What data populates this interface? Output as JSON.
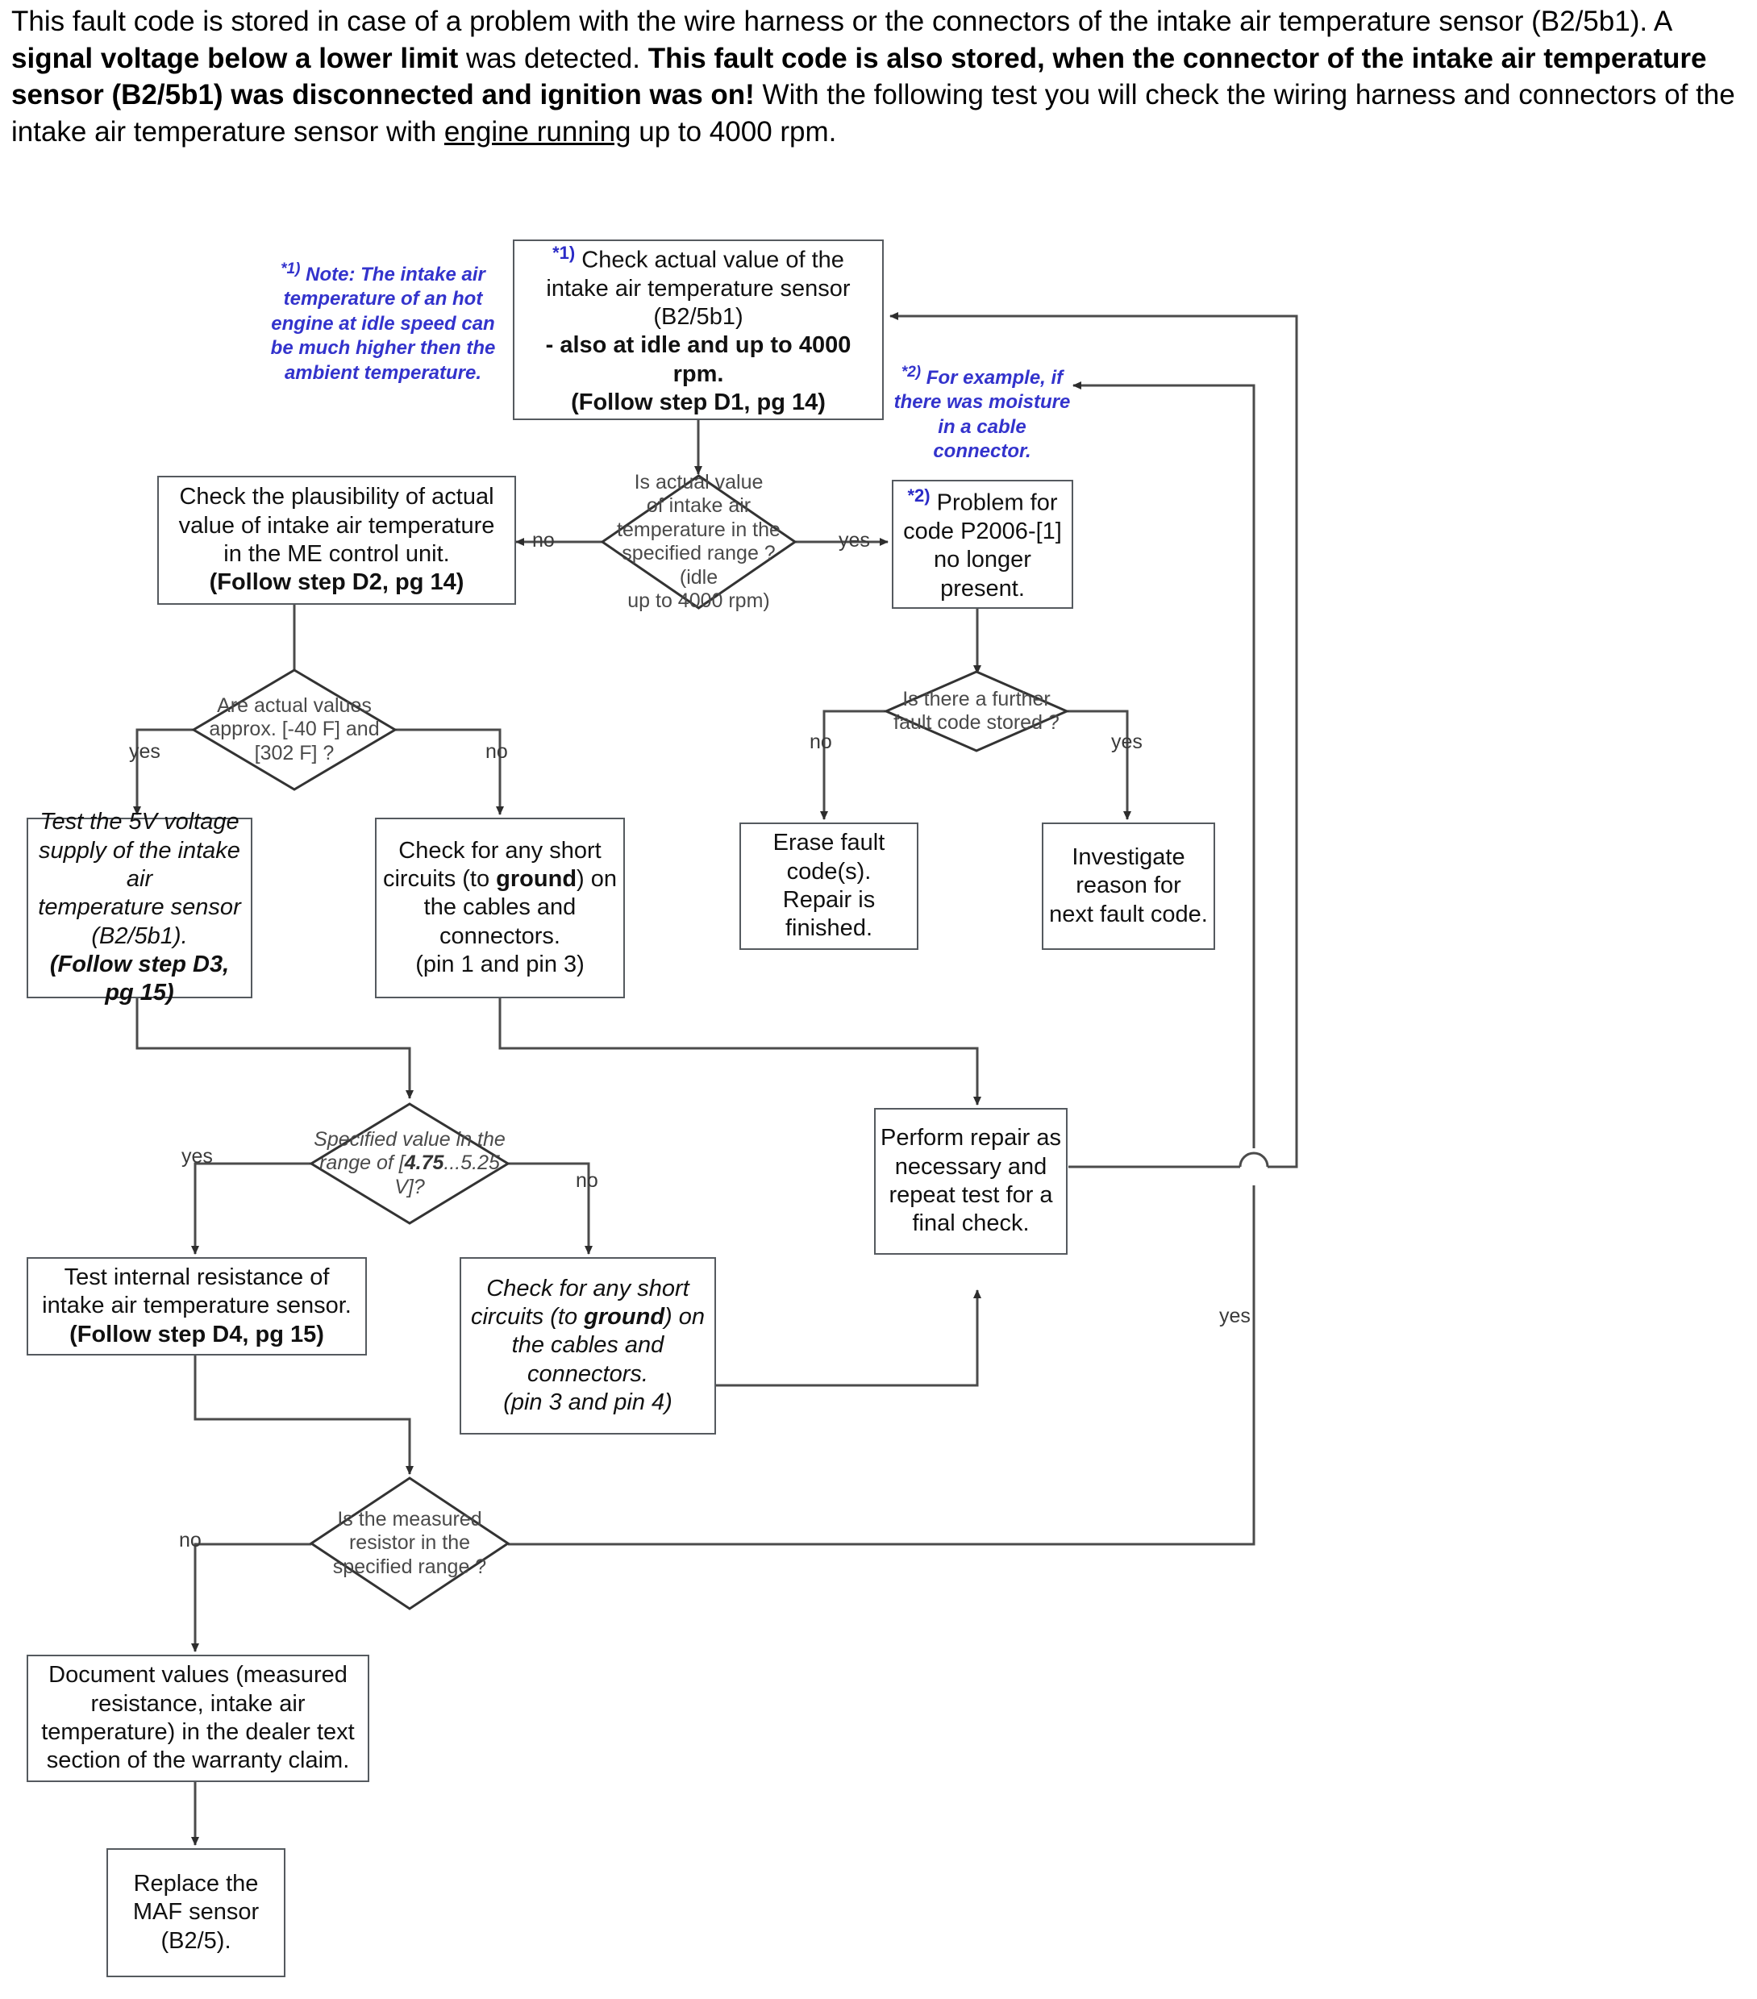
{
  "document": {
    "intro_paragraph": "This fault code is stored in case of a problem with the wire harness or the connectors of the intake air temperature sensor (B2/5b1). A signal voltage below a lower limit was detected. This fault code is also stored, when the connector of the intake air temperature sensor (B2/5b1) was disconnected and ignition was on!  With the following test you will check the wiring harness and connectors of the intake air temperature sensor with engine running up to 4000 rpm.",
    "intro_segments": [
      {
        "text": "This fault code is stored in case of a problem with the wire harness or the connectors of the intake air temperature sensor (B2/5b1). A ",
        "style": "normal"
      },
      {
        "text": "signal voltage below a lower limit",
        "style": "bold"
      },
      {
        "text": " was detected. ",
        "style": "normal"
      },
      {
        "text": "This fault code is also stored, when the connector of the intake air temperature sensor (B2/5b1) was disconnected and ignition was on!",
        "style": "bold"
      },
      {
        "text": "  With the following test you will check the wiring harness and connectors of the intake air temperature sensor with ",
        "style": "normal"
      },
      {
        "text": "engine running",
        "style": "underline"
      },
      {
        "text": " up to 4000 rpm.",
        "style": "normal"
      }
    ]
  },
  "colors": {
    "note_blue": "#3333cc",
    "box_border": "#555a5f",
    "line": "#4b4b4b",
    "text": "#111111"
  },
  "notes": {
    "note1": {
      "marker": "*1)",
      "text": "Note: The intake air temperature of an hot engine at idle speed can be much higher then the ambient temperature."
    },
    "note2": {
      "marker": "*2)",
      "text": "For example, if there was moisture in a cable connector."
    }
  },
  "nodes": {
    "check_actual_value": {
      "marker": "*1)",
      "lines": [
        "Check actual value of the",
        "intake air temperature sensor",
        "(B2/5b1)",
        "- also at idle and up to 4000 rpm.",
        "(Follow step D1, pg 14)"
      ],
      "bold_last_line": "(Follow step D1, pg 14)"
    },
    "check_plausibility": {
      "lines": [
        "Check the plausibility of actual",
        "value of intake air temperature",
        "in the ME control unit.",
        "(Follow step D2, pg 14)"
      ],
      "bold_last_line": "(Follow step D2, pg 14)"
    },
    "problem_no_longer_present": {
      "marker": "*2)",
      "lines": [
        "Problem for",
        "code P2006-[1]",
        "no longer",
        "present."
      ]
    },
    "test_5v_supply": {
      "lines": [
        "Test the 5V voltage",
        "supply of the intake air",
        "temperature sensor",
        "(B2/5b1).",
        "(Follow step D3, pg 15)"
      ],
      "bold_last_line": "(Follow step D3, pg 15)"
    },
    "short_circuits_pin1_pin3": {
      "lines": [
        "Check for any short",
        "circuits (to ground) on",
        "the cables and",
        "connectors.",
        "(pin 1 and pin 3)"
      ],
      "bold_word": "ground"
    },
    "erase_fault_codes": {
      "lines": [
        "Erase fault",
        "code(s).",
        "Repair is",
        "finished."
      ]
    },
    "investigate_reason": {
      "lines": [
        "Investigate",
        "reason for",
        "next fault code."
      ]
    },
    "perform_repair": {
      "lines": [
        "Perform repair as",
        "necessary and",
        "repeat test  for a",
        "final check."
      ]
    },
    "test_internal_resistance": {
      "lines": [
        "Test internal resistance of",
        "intake air temperature sensor.",
        "(Follow step D4, pg 15)"
      ],
      "bold_last_line": "(Follow step D4, pg 15)"
    },
    "short_circuits_pin3_pin4": {
      "lines": [
        "Check for any short",
        "circuits (to ground) on",
        "the cables and",
        "connectors.",
        "(pin 3 and pin 4)"
      ],
      "bold_word": "ground"
    },
    "document_values": {
      "lines": [
        "Document values (measured",
        "resistance, intake air",
        "temperature) in the dealer text",
        "section of the warranty claim."
      ]
    },
    "replace_maf_sensor": {
      "lines": [
        "Replace the",
        "MAF sensor",
        "(B2/5)."
      ]
    }
  },
  "decisions": {
    "actual_value_in_range": {
      "lines": [
        "Is actual value",
        "of intake air",
        "temperature in the",
        "specified range ? (idle",
        "up to 4000 rpm)"
      ]
    },
    "actual_values_approx": {
      "lines": [
        "Are actual values",
        "approx. [-40 F] and",
        "[302 F] ?"
      ]
    },
    "further_fault_code": {
      "lines": [
        "Is there a further",
        "fault code stored ?"
      ]
    },
    "specified_value_range": {
      "lines": [
        "Specified value in the",
        "range of [4.75...5.25 V]?"
      ],
      "bold_fragment": "4.75"
    },
    "measured_resistor_range": {
      "lines": [
        "Is the measured",
        "resistor in the",
        "specified range ?"
      ]
    }
  },
  "edge_labels": {
    "actual_value_no": "no",
    "actual_value_yes": "yes",
    "approx_yes": "yes",
    "approx_no": "no",
    "further_no": "no",
    "further_yes": "yes",
    "specified_yes": "yes",
    "specified_no": "no",
    "resistor_no": "no",
    "resistor_yes": "yes"
  }
}
